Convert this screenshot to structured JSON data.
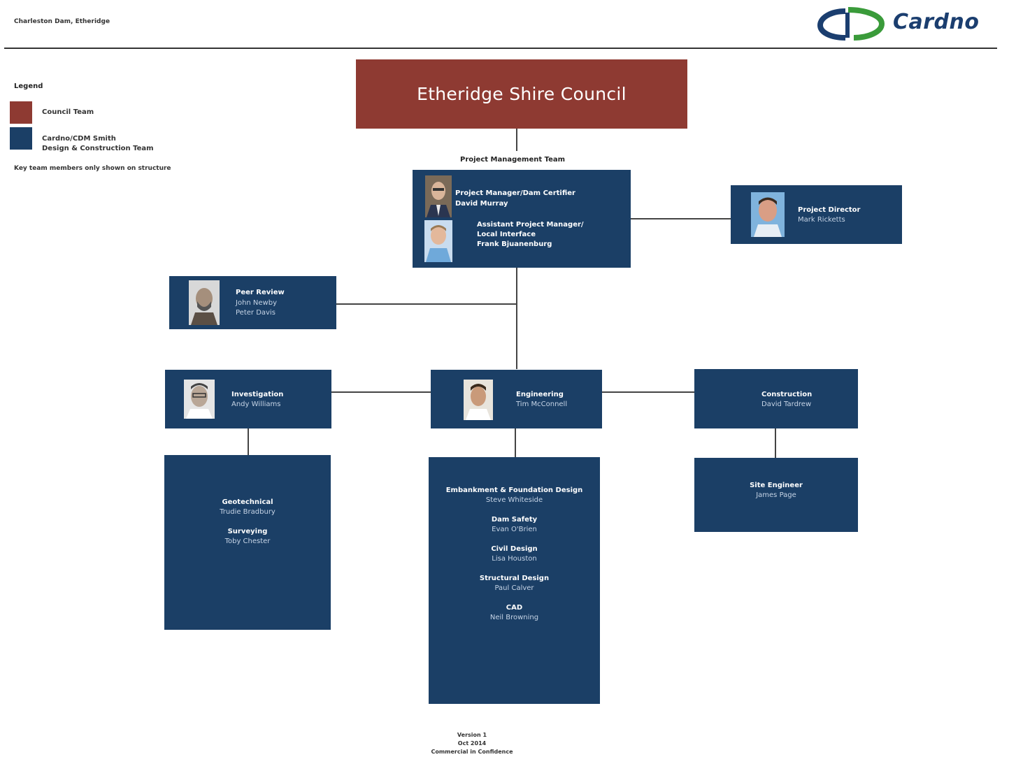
{
  "header": {
    "location": "Charleston Dam, Etheridge",
    "logo_text": "Cardno"
  },
  "legend": {
    "title": "Legend",
    "items": [
      {
        "label": "Council Team",
        "color": "#8e3a32"
      },
      {
        "label_line1": "Cardno/CDM Smith",
        "label_line2": "Design & Construction Team",
        "color": "#1b3f66"
      }
    ],
    "note": "Key team members only shown on structure"
  },
  "council": {
    "title": "Etheridge Shire Council"
  },
  "pmt": {
    "label": "Project Management Team",
    "manager_role": "Project Manager/Dam Certifier",
    "manager_name": "David Murray",
    "assistant_role_1": "Assistant Project Manager/",
    "assistant_role_2": "Local Interface",
    "assistant_name": "Frank Bjuanenburg"
  },
  "director": {
    "role": "Project Director",
    "name": "Mark Ricketts"
  },
  "peer_review": {
    "role": "Peer Review",
    "name1": "John Newby",
    "name2": "Peter Davis"
  },
  "investigation": {
    "role": "Investigation",
    "name": "Andy Williams"
  },
  "engineering": {
    "role": "Engineering",
    "name": "Tim McConnell"
  },
  "construction": {
    "role": "Construction",
    "name": "David Tardrew"
  },
  "investigation_team": [
    {
      "role": "Geotechnical",
      "name": "Trudie Bradbury"
    },
    {
      "role": "Surveying",
      "name": "Toby Chester"
    }
  ],
  "engineering_team": [
    {
      "role": "Embankment & Foundation Design",
      "name": "Steve Whiteside"
    },
    {
      "role": "Dam Safety",
      "name": "Evan O'Brien"
    },
    {
      "role": "Civil Design",
      "name": "Lisa Houston"
    },
    {
      "role": "Structural Design",
      "name": "Paul Calver"
    },
    {
      "role": "CAD",
      "name": "Neil Browning"
    }
  ],
  "site_engineer": {
    "role": "Site Engineer",
    "name": "James Page"
  },
  "footer": {
    "version": "Version 1",
    "date": "Oct 2014",
    "confidentiality": "Commercial in Confidence"
  }
}
